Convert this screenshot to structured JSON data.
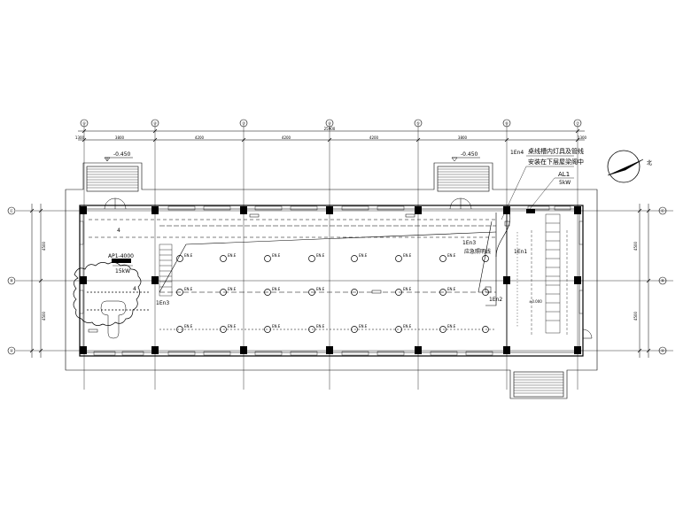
{
  "grid": {
    "columns": [
      "①",
      "②",
      "③",
      "④",
      "⑤",
      "⑥",
      "⑦"
    ],
    "rows_left": [
      "Ⓒ",
      "Ⓑ",
      "Ⓐ"
    ],
    "rows_right": [
      "Ⓒ",
      "Ⓑ",
      "Ⓐ"
    ]
  },
  "dimensions": {
    "total": "25900",
    "bays": [
      "1300",
      "3800",
      "4200",
      "4200",
      "4200",
      "3800",
      "1300"
    ],
    "side_left": [
      "4500",
      "4500"
    ],
    "side_right": [
      "4500",
      "4500"
    ]
  },
  "levels": {
    "left": "-0.450",
    "right": "-0.450",
    "floor": "±0.000"
  },
  "annotations": {
    "note_line1": "桌线槽内灯具及管线",
    "note_line2": "安装在下层屋梁阁中",
    "panel_id": "AL1",
    "panel_power": "5kW",
    "circuit_1": "1En4",
    "circuit_2": "1En3",
    "circuit_3": "1En2",
    "circuit_4": "1En1",
    "circuit_5": "1En3",
    "circuit_label": "应急照明线",
    "box_id": "AP1-4000",
    "box_power": "15kW",
    "count": "4",
    "fixture": "EN.E",
    "north": "北"
  },
  "colors": {
    "line": "#000000",
    "background": "#ffffff"
  }
}
